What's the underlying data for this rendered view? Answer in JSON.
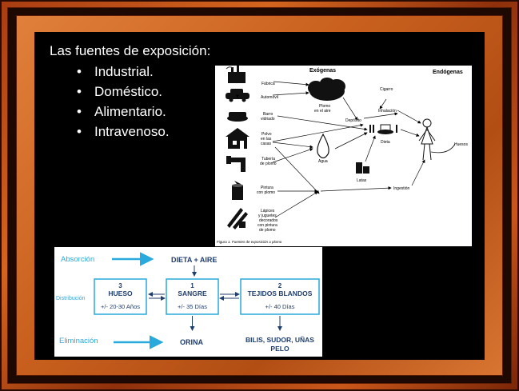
{
  "slide": {
    "title": "Las fuentes de exposición:",
    "bullet_char": "•",
    "bullets": [
      "Industrial.",
      "Doméstico.",
      "Alimentario.",
      "Intravenoso."
    ]
  },
  "figure1": {
    "header_exogenous": "Exógenas",
    "header_endogenous": "Endógenas",
    "labels": {
      "fabrica": "Fábrica",
      "automovil": "Automóvil",
      "barro_1": "Barro",
      "barro_2": "vidriado",
      "polvo_1": "Polvo",
      "polvo_2": "en las",
      "polvo_3": "casas",
      "tuberia_1": "Tubería",
      "tuberia_2": "de plomo",
      "pintura_1": "Pintura",
      "pintura_2": "con plomo",
      "lapices_1": "Lápices",
      "lapices_2": "y juguetes",
      "lapices_3": "decorados",
      "lapices_4": "con pintura",
      "lapices_5": "de plomo",
      "plomo_aire_1": "Plomo",
      "plomo_aire_2": "en el aire",
      "deposito": "Depósito",
      "cigarro": "Cigarro",
      "inhalacion": "Inhalación",
      "dieta": "Dieta",
      "agua": "Agua",
      "latas": "Latas",
      "ingestion": "Ingestión",
      "huesos": "Huesos"
    },
    "caption": "Figura 1. Fuentes de exposición a plomo"
  },
  "figure2": {
    "row_absorcion": "Absorción",
    "row_distribucion": "Distribución",
    "row_eliminacion": "Eliminación",
    "dieta_aire": "DIETA + AIRE",
    "box_hueso": {
      "number": "3",
      "name": "HUESO",
      "time": "+/- 20-30 Años"
    },
    "box_sangre": {
      "number": "1",
      "name": "SANGRE",
      "time": "+/- 35 Días"
    },
    "box_tejidos": {
      "number": "2",
      "name": "TEJIDOS BLANDOS",
      "time": "+/- 40 Días"
    },
    "orina": "ORINA",
    "bilis_1": "BILIS, SUDOR, UÑAS",
    "bilis_2": "PELO"
  },
  "colors": {
    "frame_orange": "#d4651f",
    "frame_dark": "#1e0802",
    "slide_background": "#000000",
    "diagram_blue": "#2aa9dc",
    "diagram_navy": "#1f3e6e"
  }
}
